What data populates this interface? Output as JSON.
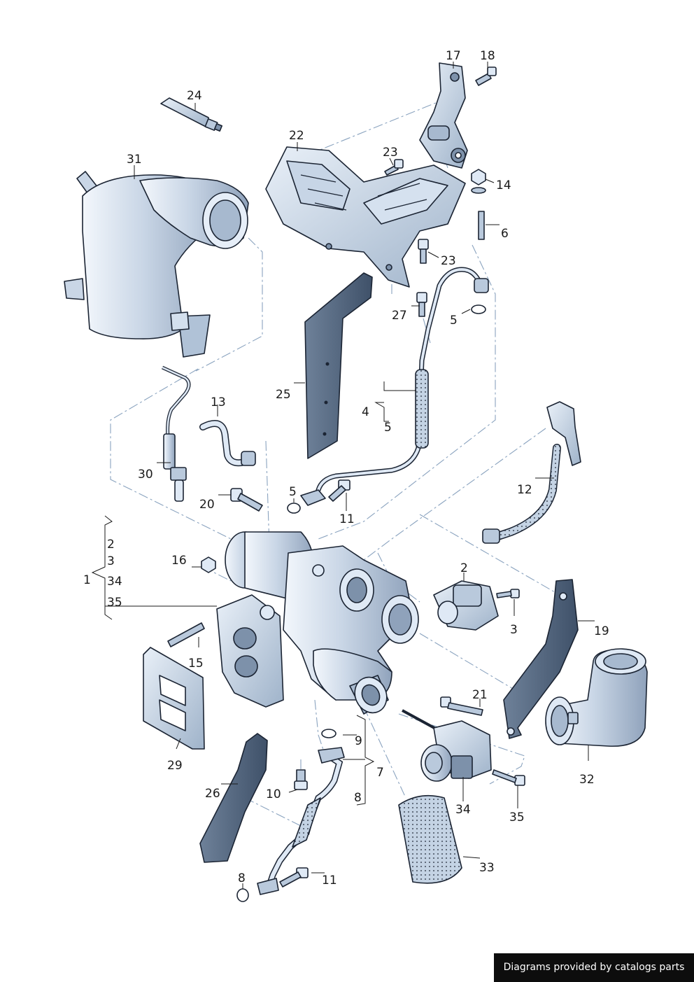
{
  "diagram": {
    "labels": {
      "l1": "1",
      "l2a": "2",
      "l3a": "3",
      "l34a": "34",
      "l35a": "35",
      "l2b": "2",
      "l3b": "3",
      "l4": "4",
      "l5a": "5",
      "l5b": "5",
      "l5c": "5",
      "l6": "6",
      "l7": "7",
      "l8a": "8",
      "l8b": "8",
      "l9": "9",
      "l10": "10",
      "l11a": "11",
      "l11b": "11",
      "l12": "12",
      "l13": "13",
      "l14": "14",
      "l15": "15",
      "l16": "16",
      "l17": "17",
      "l18": "18",
      "l19": "19",
      "l20": "20",
      "l21": "21",
      "l22": "22",
      "l23a": "23",
      "l23b": "23",
      "l24": "24",
      "l25": "25",
      "l26": "26",
      "l27": "27",
      "l29": "29",
      "l30": "30",
      "l31": "31",
      "l32": "32",
      "l33": "33",
      "l34b": "34",
      "l35b": "35"
    }
  },
  "footer": {
    "credit": "Diagrams provided by catalogs parts"
  },
  "colors": {
    "part_light": "#dfe9f5",
    "part_mid": "#b9c9dc",
    "part_dark": "#7d91aa",
    "outline": "#1b2433",
    "dash_line": "#8aa3bf"
  }
}
